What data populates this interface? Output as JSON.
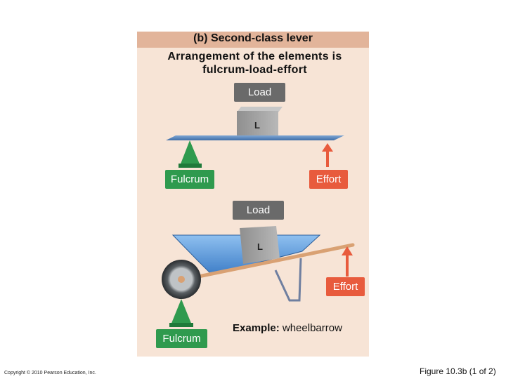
{
  "title": "(b) Second-class lever",
  "subtitle_line1": "Arrangement of the elements is",
  "subtitle_line2": "fulcrum-load-effort",
  "diagram": {
    "load_label": "Load",
    "block_letter": "L",
    "fulcrum_label": "Fulcrum",
    "effort_label": "Effort"
  },
  "example": {
    "load_label": "Load",
    "block_letter": "L",
    "fulcrum_label": "Fulcrum",
    "effort_label": "Effort",
    "caption_bold": "Example:",
    "caption_text": " wheelbarrow"
  },
  "footer": {
    "copyright": "Copyright © 2010 Pearson Education, Inc.",
    "figure": "Figure 10.3b (1 of 2)"
  },
  "colors": {
    "panel": "#f7e4d6",
    "title_bar": "#e2b49a",
    "label_grey": "#6a6a6a",
    "fulcrum_green": "#2f9a4e",
    "effort_red": "#e85b3d",
    "lever_blue": "#4f7fb8",
    "wheelbarrow_blue": "#5b9be0"
  }
}
